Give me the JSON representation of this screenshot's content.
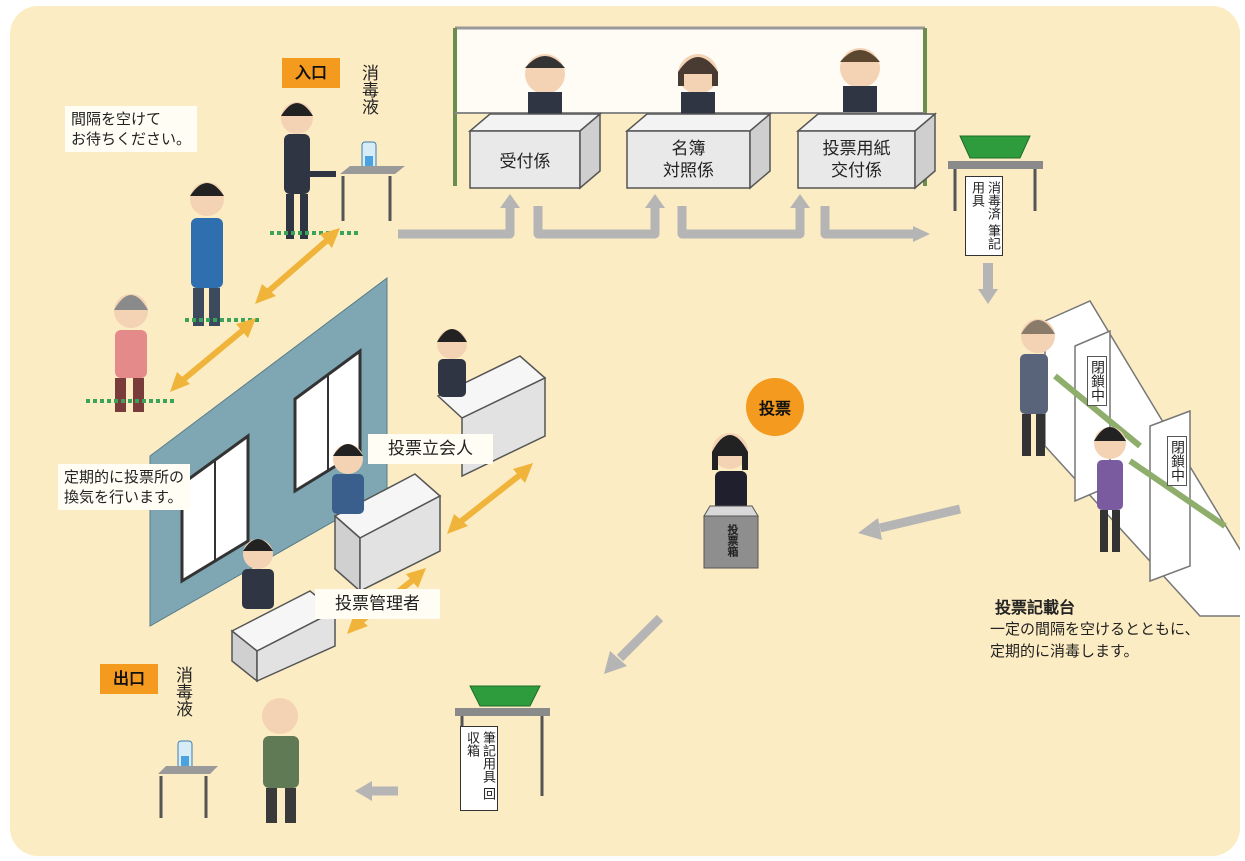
{
  "entrance": {
    "label": "入口",
    "disinfectant": "消毒液"
  },
  "exit": {
    "label": "出口",
    "disinfectant": "消毒液"
  },
  "notes": {
    "spacing": "間隔を空けて\nお待ちください。",
    "ventilation": "定期的に投票所の\n換気を行います。"
  },
  "counters": {
    "reception": "受付係",
    "registry": "名簿\n対照係",
    "ballot_issue": "投票用紙\n交付係"
  },
  "pens": {
    "clean_top": "消毒済",
    "clean_bottom": "筆記用具",
    "return_top": "筆記用具",
    "return_bottom": "回収箱"
  },
  "roles": {
    "witness": "投票立会人",
    "manager": "投票管理者"
  },
  "vote": {
    "circle": "投票",
    "box": "投票箱"
  },
  "booths": {
    "closed1": "閉鎖中",
    "closed2": "閉鎖中"
  },
  "writing_table": {
    "title": "投票記載台",
    "description": "一定の間隔を空けるとともに、\n定期的に消毒します。"
  },
  "colors": {
    "background": "#fcecc3",
    "accent": "#f39a1f",
    "arrow": "#b5b5b5",
    "distance_arrow": "#f0b43a",
    "tray": "#2e9b3c"
  }
}
